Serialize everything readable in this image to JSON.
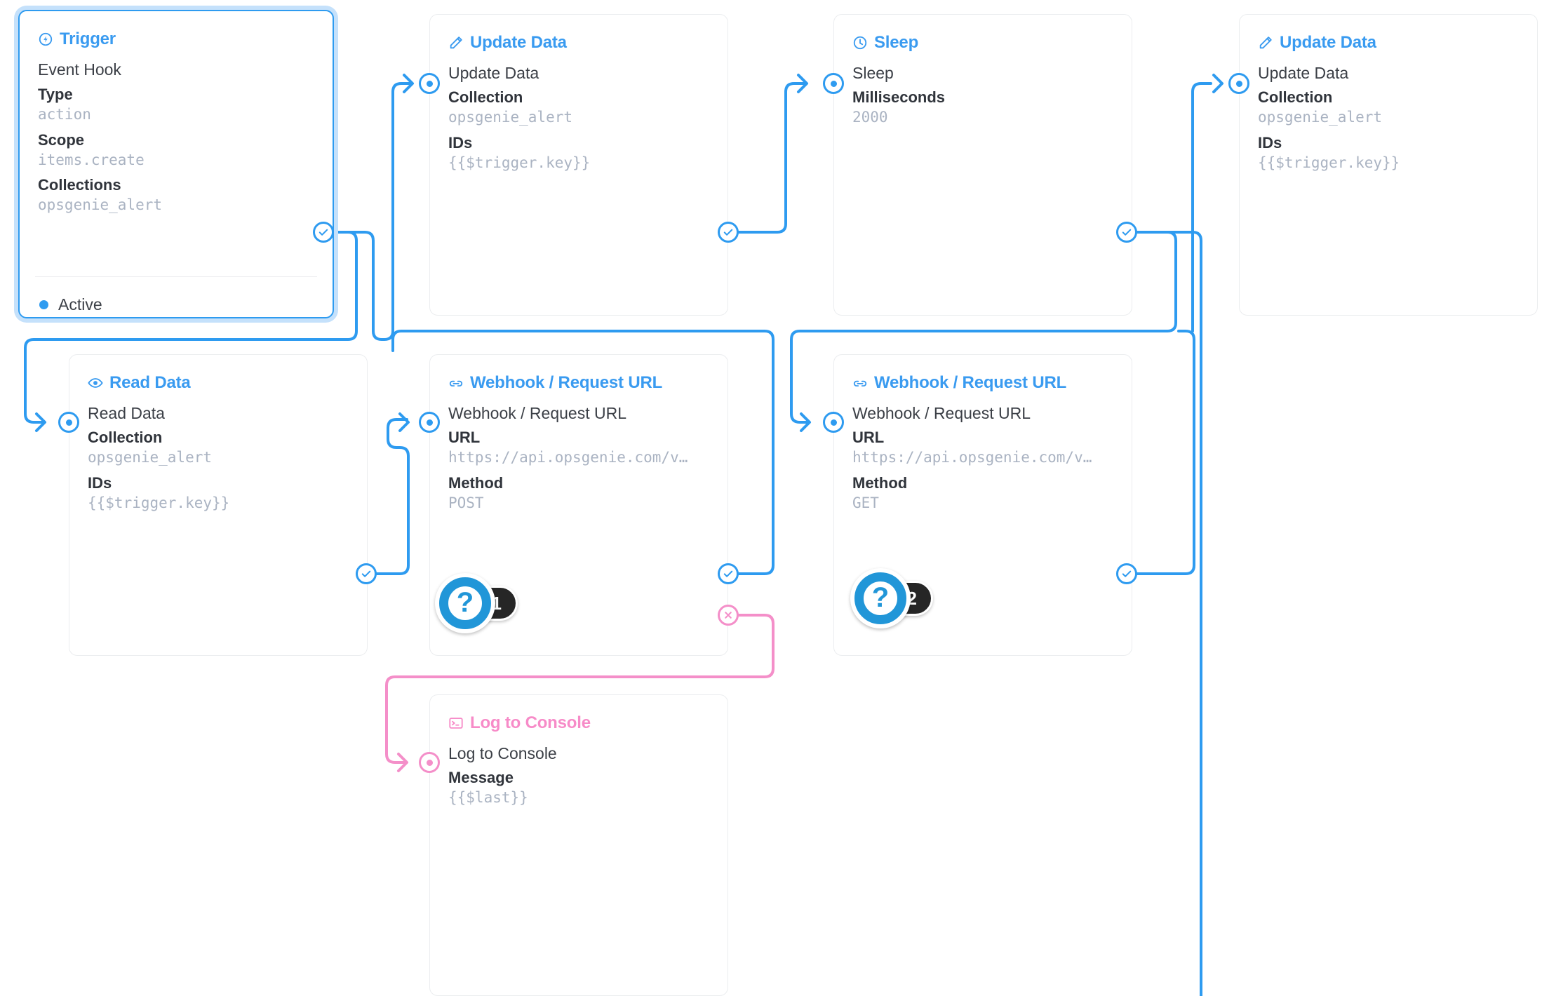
{
  "flow": {
    "nodes": [
      {
        "id": "trigger",
        "header": "Trigger",
        "icon": "trigger-bolt-icon",
        "selected": true,
        "op_name": "Event Hook",
        "fields": [
          {
            "label": "Type",
            "value": "action"
          },
          {
            "label": "Scope",
            "value": "items.create"
          },
          {
            "label": "Collections",
            "value": "opsgenie_alert"
          }
        ],
        "status": "Active"
      },
      {
        "id": "update-data-1",
        "header": "Update Data",
        "icon": "pencil-icon",
        "op_name": "Update Data",
        "fields": [
          {
            "label": "Collection",
            "value": "opsgenie_alert"
          },
          {
            "label": "IDs",
            "value": "{{$trigger.key}}"
          }
        ]
      },
      {
        "id": "sleep",
        "header": "Sleep",
        "icon": "clock-icon",
        "op_name": "Sleep",
        "fields": [
          {
            "label": "Milliseconds",
            "value": "2000"
          }
        ]
      },
      {
        "id": "update-data-2",
        "header": "Update Data",
        "icon": "pencil-icon",
        "op_name": "Update Data",
        "fields": [
          {
            "label": "Collection",
            "value": "opsgenie_alert"
          },
          {
            "label": "IDs",
            "value": "{{$trigger.key}}"
          }
        ]
      },
      {
        "id": "read-data",
        "header": "Read Data",
        "icon": "eye-icon",
        "op_name": "Read Data",
        "fields": [
          {
            "label": "Collection",
            "value": "opsgenie_alert"
          },
          {
            "label": "IDs",
            "value": "{{$trigger.key}}"
          }
        ]
      },
      {
        "id": "webhook-post",
        "header": "Webhook / Request URL",
        "icon": "link-icon",
        "op_name": "Webhook / Request URL",
        "fields": [
          {
            "label": "URL",
            "value": "https://api.opsgenie.com/v…"
          },
          {
            "label": "Method",
            "value": "POST"
          }
        ]
      },
      {
        "id": "webhook-get",
        "header": "Webhook / Request URL",
        "icon": "link-icon",
        "op_name": "Webhook / Request URL",
        "fields": [
          {
            "label": "URL",
            "value": "https://api.opsgenie.com/v…"
          },
          {
            "label": "Method",
            "value": "GET"
          }
        ]
      },
      {
        "id": "log-to-console",
        "header": "Log to Console",
        "icon": "console-icon",
        "accent": "pink",
        "op_name": "Log to Console",
        "fields": [
          {
            "label": "Message",
            "value": "{{$last}}"
          }
        ]
      }
    ],
    "hints": [
      {
        "id": "hint-1",
        "symbol": "?",
        "number": "1"
      },
      {
        "id": "hint-2",
        "symbol": "?",
        "number": "2"
      }
    ],
    "colors": {
      "accent_blue": "#2e9bf0",
      "accent_pink": "#f48fc9",
      "card_border": "#ebedef",
      "value_text": "#aab3c2",
      "label_text": "#30343b",
      "selected_glow": "#c5e1fb",
      "hint_pill": "#262626",
      "hint_ring": "#2196d8"
    }
  }
}
